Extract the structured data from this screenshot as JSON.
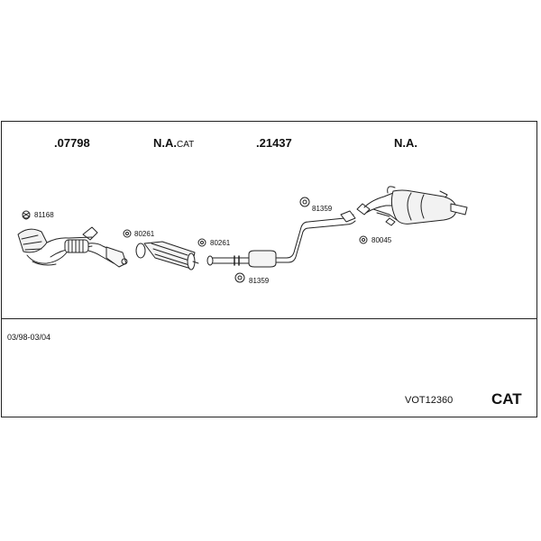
{
  "groups": [
    {
      "main": ".07798",
      "sub": ""
    },
    {
      "main": "N.A.",
      "sub": "CAT"
    },
    {
      "main": ".21437",
      "sub": ""
    },
    {
      "main": "N.A.",
      "sub": ""
    }
  ],
  "parts": {
    "clamp_front": "81168",
    "gasket_a": "80261",
    "gasket_b": "80261",
    "mount_upper": "81359",
    "mount_lower": "81359",
    "gasket_rear": "80045"
  },
  "date_range": "03/98-03/04",
  "kit_code": "VOT12360",
  "type_label": "CAT"
}
